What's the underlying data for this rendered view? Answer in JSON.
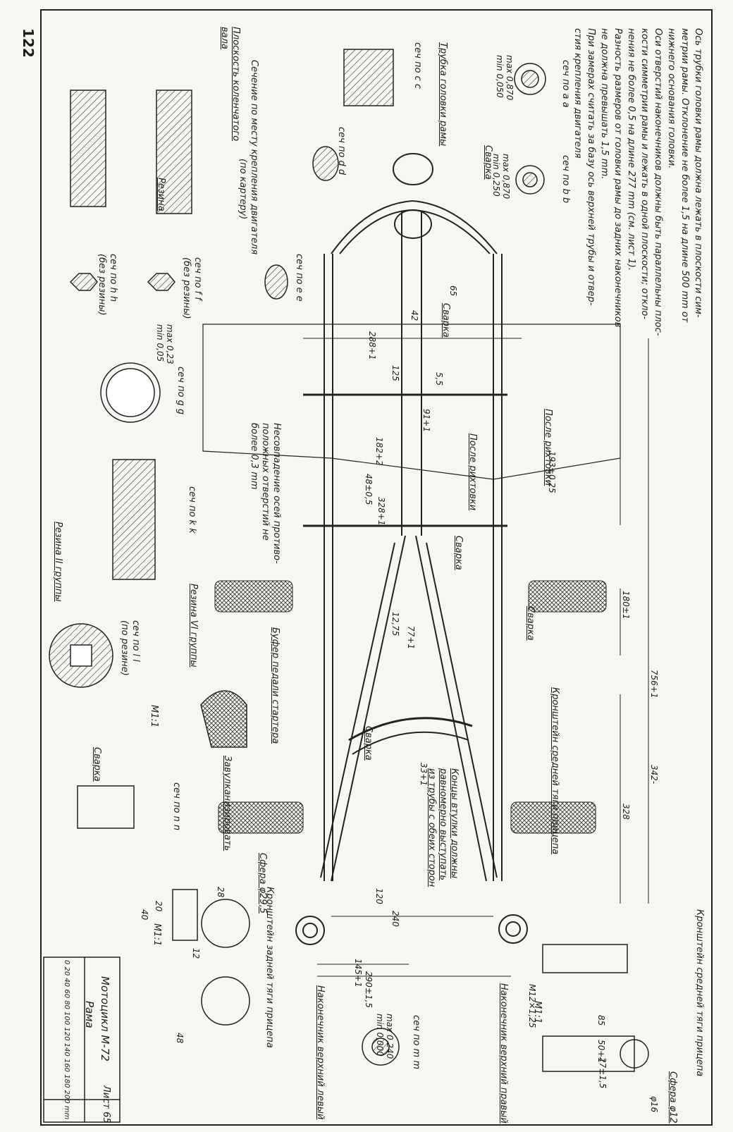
{
  "page_number": "122",
  "notes": [
    "Ось трубки головки рамы должна лежать в плоскости сим-",
    "метрии рамы. Отклонение не более 1,5 на длине 500 mm от",
    "нижнего основания головки.",
    "Оси отверстий наконечников должны быть параллельны плос-",
    "кости симметрии рамы и лежать в одной плоскости; откло-",
    "нения не более 0,5 на длине 277 mm (см. лист 1).",
    "Разность размеров от головки рамы до задних наконечников",
    "не должна превышать 1,5 mm.",
    "При замерах считать за базу ось верхней трубы и отвер-",
    "стия крепления двигателя"
  ],
  "sections": {
    "aa": "сеч по а а",
    "bb": "сеч по b b",
    "cc": "сеч по с с",
    "dd": "сеч по d d",
    "ee": "сеч по е е",
    "ff": "сеч по f f",
    "ff_sub": "(без резины)",
    "hh": "сеч по h h",
    "hh_sub": "(без резины)",
    "gg": "сеч по g g",
    "kk": "сеч по k k",
    "ll": "сеч по l l",
    "ll_sub": "(по резине)",
    "nn": "сеч по n n",
    "mm": "сеч по m m",
    "engine": "Сечение по месту крепления двигателя",
    "engine_sub": "(по картеру)"
  },
  "labels": {
    "head_tube": "Трубка головки рамы",
    "svarka": "Сварка",
    "posle_rihtovki": "После рихтовки",
    "nesovp": "Несовпадение осей противо-",
    "nesovp2": "положных отверстий не",
    "nesovp3": "более 0,3 mm",
    "crank_plane": "Плоскость коленчатого",
    "crank_plane2": "вала",
    "rezina": "Резина",
    "rezina2": "Резина II группы",
    "rezina6": "Резина VI группы",
    "bumper": "Буфер педали стартера",
    "zavulk": "Завулканизировать",
    "bracket_mid": "Кронштейн средней тяги прицепа",
    "bracket_front": "Кронштейн средней тяги прицепа",
    "bracket_rear": "Кронштейн задней тяги прицепа",
    "tip_right": "Наконечник верхний правый",
    "tip_left": "Наконечник верхний левый",
    "sleeve_ends": "Концы втулки должны",
    "sleeve_ends2": "равномерно выступать",
    "sleeve_ends3": "из трубы с обеих сторон",
    "sfera12": "Сфера φ12",
    "sfera29": "Сфера φ29,5",
    "m11": "M1:1"
  },
  "dims": {
    "d288": "288+1",
    "d42": "42",
    "d65": "65",
    "d125": "125",
    "d55": "5,5",
    "d91": "91+1",
    "d182": "182+2",
    "d193": "193±0,25",
    "d48": "48±0,5",
    "d328a": "328+1",
    "d180": "180±1",
    "d756": "756+1",
    "d1275": "12,75",
    "d77": "77+1",
    "d342": "342-",
    "d328": "328",
    "d33": "33+1",
    "d120": "120",
    "d240": "240",
    "d145": "145+1",
    "d290": "290±1,5",
    "m12": "M12×1,25",
    "d85": "85",
    "d50": "50+1",
    "d27": "27±1,5",
    "d16": "φ16",
    "d28": "28",
    "d20": "20",
    "d40": "40",
    "d12": "12",
    "d48b": "48",
    "max0870": "max 0,870",
    "min0050": "min 0,050",
    "max0870b": "max 0,870",
    "min0250": "min 0,250",
    "max023": "max 0,23",
    "min005": "min 0,05",
    "max0240": "max 0,240",
    "min0000": "min 0,000"
  },
  "title_block": {
    "title": "Мотоцикл М-72",
    "part": "Рама",
    "sheet": "Лист 65",
    "scale_label": "0 20 40 60 80 100 120 140 160 180 200 mm"
  }
}
